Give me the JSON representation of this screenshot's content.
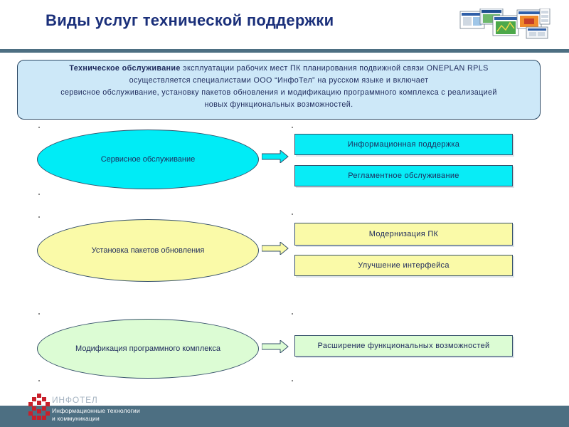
{
  "title": "Виды услуг технической поддержки",
  "intro": {
    "bold_text": "Техническое обслуживание",
    "line1_rest": " эксплуатации рабочих мест ПК планирования подвижной связи ONEPLAN RPLS",
    "line2": "осуществляется специалистами ООО “ИнфоТел” на русском языке и включает",
    "line3": "сервисное обслуживание, установку пакетов обновления и модификацию программного комплекса с реализацией",
    "line4": "новых функциональных возможностей."
  },
  "services": [
    {
      "label": "Сервисное обслуживание",
      "color": "#00ecf6",
      "targets": [
        "Информационная поддержка",
        "Регламентное обслуживание"
      ]
    },
    {
      "label": "Установка пакетов обновления",
      "color": "#fafaa8",
      "targets": [
        "Модернизация ПК",
        "Улучшение интерфейса"
      ]
    },
    {
      "label": "Модификация программного комплекса",
      "color": "#dcfcd4",
      "targets": [
        "Расширение функциональных возможностей"
      ]
    }
  ],
  "footer": {
    "brand": "ИНФОТЕЛ",
    "tagline_line1": "Информационные технологии",
    "tagline_line2": "и коммуникации"
  },
  "colors": {
    "title": "#1a2f7a",
    "rule": "#4d6f82",
    "intro_fill": "#cde8f8",
    "logo": "#c8202b"
  },
  "icons": [
    "app-screenshots-thumbnail",
    "company-logo"
  ]
}
